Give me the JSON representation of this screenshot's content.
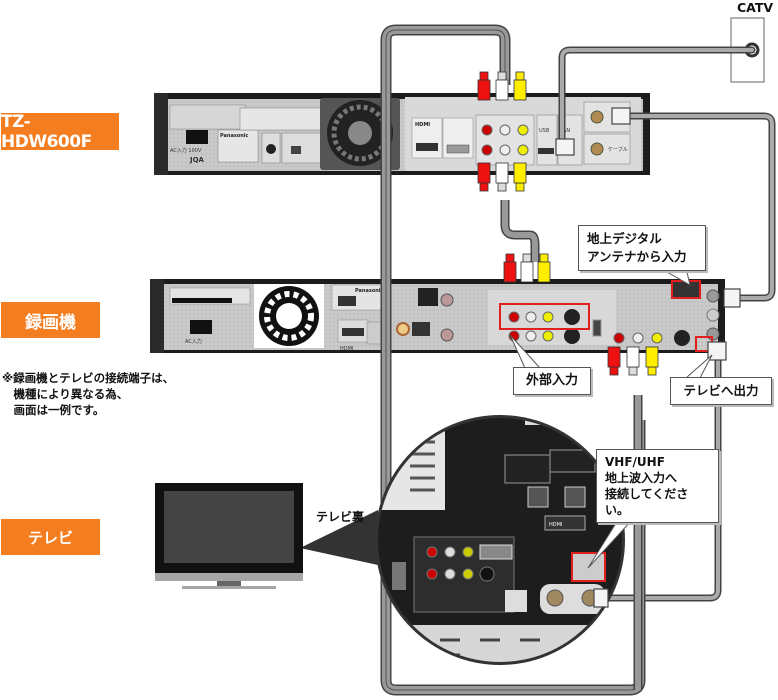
{
  "labels": {
    "player": "TZ-HDW600F",
    "recorder": "録画機",
    "tv": "テレビ"
  },
  "note": {
    "lines": [
      "※録画機とテレビの接続端子は、",
      "　機種により異なる為、",
      "　画面は一例です。"
    ]
  },
  "catv": "CATV",
  "tv_back_label": "テレビ裏",
  "callouts": {
    "antenna_in": [
      "地上デジタル",
      "アンテナから入力"
    ],
    "external_input": "外部入力",
    "tv_output": "テレビへ出力",
    "vhf_uhf": [
      "VHF/UHF",
      "地上波入力へ",
      "接続してください。"
    ]
  },
  "device_panel_text": {
    "player_brand": "Panasonic",
    "player_jqa": "JQA",
    "player_ac": "AC入力 100V",
    "player_hdmi": "HDMI",
    "player_cable": "ケーブル",
    "player_usb": "USB",
    "player_lan": "LAN",
    "recorder_brand": "Panasonic",
    "recorder_ac": "AC入力",
    "recorder_hdmi": "HDMI",
    "tv_hdmi": "HDMI"
  },
  "colors": {
    "badge": "#f47d20",
    "highlight": "#e02020",
    "rca_red": "#ee1111",
    "rca_white": "#ffffff",
    "rca_yellow": "#ffee00",
    "cable": "#8a8a8a"
  }
}
